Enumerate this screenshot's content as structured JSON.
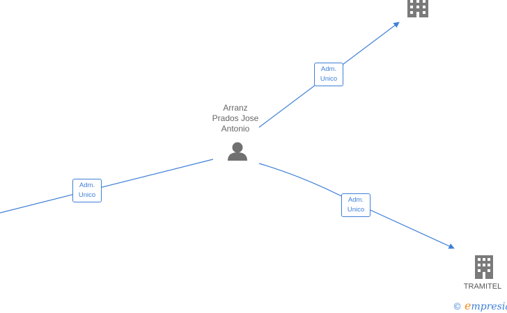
{
  "person": {
    "name": "Arranz\nPrados Jose\nAntonio"
  },
  "companies": [
    {
      "label": ""
    },
    {
      "label": "TRAMITEL"
    }
  ],
  "relations": [
    {
      "line1": "Adm.",
      "line2": "Unico"
    },
    {
      "line1": "Adm.",
      "line2": "Unico"
    },
    {
      "line1": "Adm.",
      "line2": "Unico"
    }
  ],
  "watermark": {
    "copyright": "©",
    "brand_initial": "e",
    "brand_rest": "mpresia"
  },
  "colors": {
    "edge": "#3d7fd6",
    "node": "#707070",
    "accent": "#f08a1c"
  }
}
